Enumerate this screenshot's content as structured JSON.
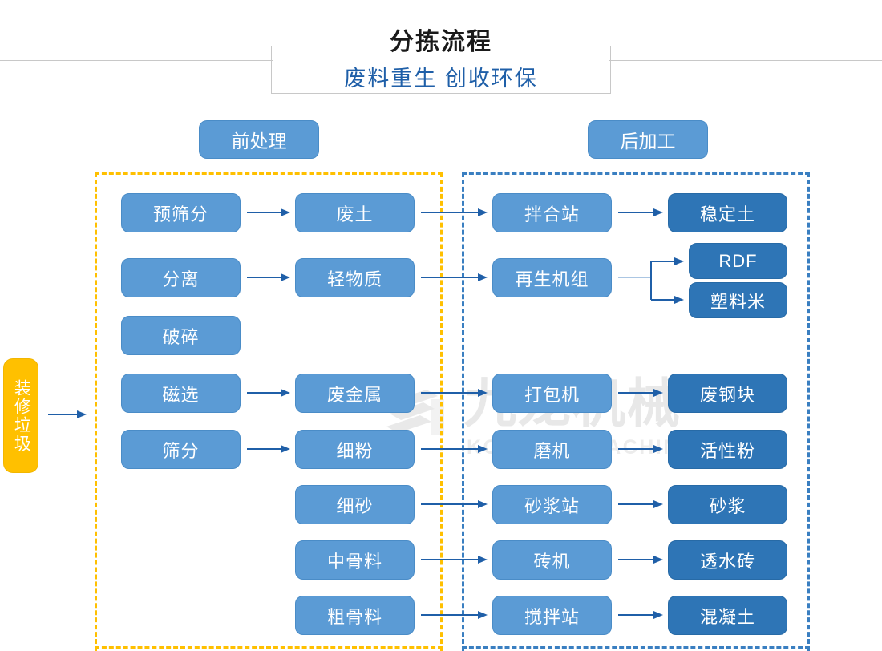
{
  "title": {
    "main": "分拣流程",
    "sub": "废料重生 创收环保"
  },
  "watermark": {
    "chinese": "九龙机械",
    "english": "KOWLOONMACHINERY",
    "logo_icon": "kowloon-logo-icon"
  },
  "sections": {
    "pre_label": "前处理",
    "post_label": "后加工"
  },
  "input": {
    "label": "装修垃圾"
  },
  "colors": {
    "light_blue": "#5b9bd5",
    "dark_blue": "#2e75b6",
    "amber": "#ffc000",
    "arrow_blue": "#1f5fa8",
    "title_sub_blue": "#1f5fa8",
    "frame_gray": "#c8c8c8",
    "watermark_gray": "#b4b4b4"
  },
  "pre_process": {
    "operations": [
      {
        "label": "预筛分"
      },
      {
        "label": "分离"
      },
      {
        "label": "破碎"
      },
      {
        "label": "磁选"
      },
      {
        "label": "筛分"
      }
    ],
    "outputs": [
      {
        "label": "废土"
      },
      {
        "label": "轻物质"
      },
      {
        "label": "废金属"
      },
      {
        "label": "细粉"
      },
      {
        "label": "细砂"
      },
      {
        "label": "中骨料"
      },
      {
        "label": "粗骨料"
      }
    ]
  },
  "post_process": {
    "machines": [
      {
        "label": "拌合站"
      },
      {
        "label": "再生机组"
      },
      {
        "label": "打包机"
      },
      {
        "label": "磨机"
      },
      {
        "label": "砂浆站"
      },
      {
        "label": "砖机"
      },
      {
        "label": "搅拌站"
      }
    ],
    "products": [
      {
        "label": "稳定土"
      },
      {
        "label": "RDF"
      },
      {
        "label": "塑料米"
      },
      {
        "label": "废钢块"
      },
      {
        "label": "活性粉"
      },
      {
        "label": "砂浆"
      },
      {
        "label": "透水砖"
      },
      {
        "label": "混凝土"
      }
    ]
  }
}
